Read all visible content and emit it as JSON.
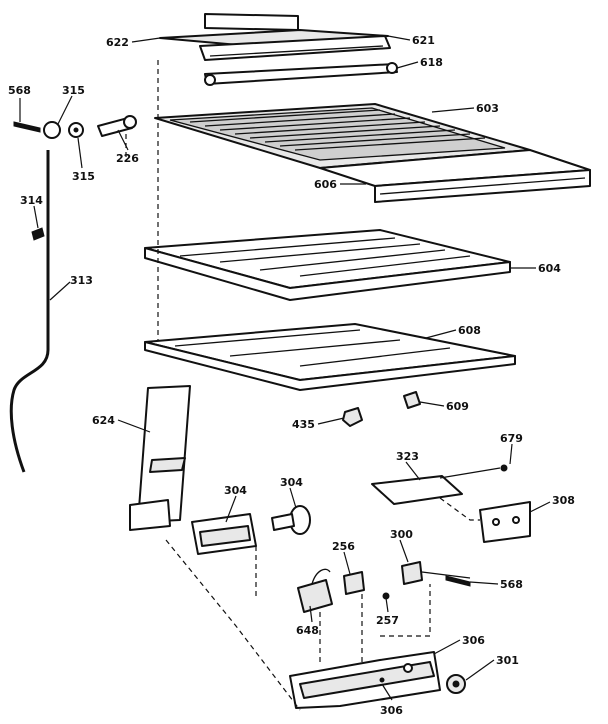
{
  "diagram": {
    "callouts": {
      "c622": "622",
      "c621": "621",
      "c618": "618",
      "c568_top": "568",
      "c315_top": "315",
      "c315_bottom": "315",
      "c226": "226",
      "c603": "603",
      "c606": "606",
      "c314": "314",
      "c313": "313",
      "c604": "604",
      "c608": "608",
      "c624": "624",
      "c435": "435",
      "c609": "609",
      "c679": "679",
      "c323": "323",
      "c304_a": "304",
      "c304_b": "304",
      "c308": "308",
      "c256": "256",
      "c300": "300",
      "c568_bottom": "568",
      "c257": "257",
      "c648": "648",
      "c306_a": "306",
      "c301": "301",
      "c306_b": "306"
    }
  }
}
